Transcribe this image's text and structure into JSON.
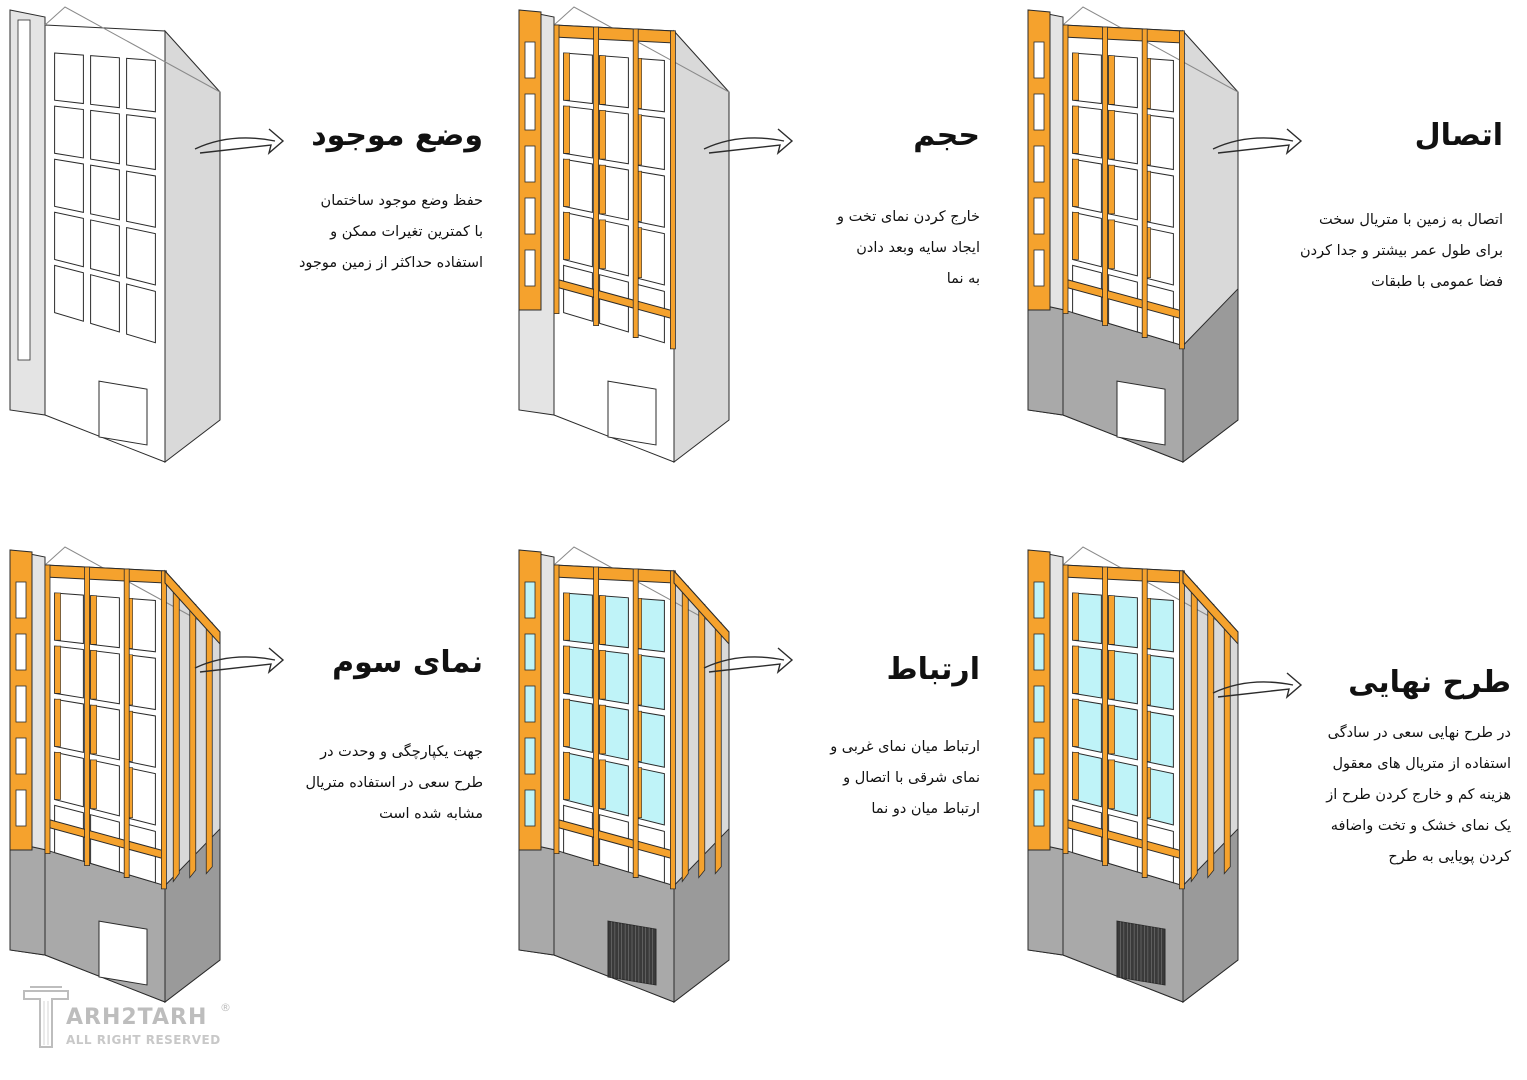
{
  "panels": [
    {
      "id": "existing",
      "title": "وضع موجود",
      "lines": [
        "حفظ وضع موجود ساختمان",
        "با کمترین تغیرات ممکن و",
        "استفاده حداکثر از زمین موجود"
      ],
      "state": {
        "left_orange": false,
        "front_orange": false,
        "right_orange": false,
        "gray_base": false,
        "glass": false,
        "grille": false
      }
    },
    {
      "id": "volume",
      "title": "حجم",
      "lines": [
        "خارج کردن نمای تخت و",
        "ایجاد سایه وبعد دادن",
        "به نما"
      ],
      "state": {
        "left_orange": true,
        "front_orange": true,
        "right_orange": false,
        "gray_base": false,
        "glass": false,
        "grille": false
      }
    },
    {
      "id": "connection",
      "title": "اتصال",
      "lines": [
        "اتصال به زمین با متریال سخت",
        "برای طول عمر بیشتر و جدا کردن",
        "فضا عمومی با طبقات"
      ],
      "state": {
        "left_orange": true,
        "front_orange": true,
        "right_orange": false,
        "gray_base": true,
        "glass": false,
        "grille": false
      }
    },
    {
      "id": "third-facade",
      "title": "نمای سوم",
      "lines": [
        "جهت یکپارچگی و وحدت در",
        "طرح سعی در استفاده متریال",
        "مشابه شده است"
      ],
      "state": {
        "left_orange": true,
        "front_orange": true,
        "right_orange": true,
        "gray_base": true,
        "glass": false,
        "grille": false
      }
    },
    {
      "id": "relation",
      "title": "ارتباط",
      "lines": [
        "ارتباط میان نمای غربی و",
        "نمای شرقی با اتصال و",
        "ارتباط میان دو نما"
      ],
      "state": {
        "left_orange": true,
        "front_orange": true,
        "right_orange": true,
        "gray_base": true,
        "glass": true,
        "grille": true
      }
    },
    {
      "id": "final",
      "title": "طرح نهایی",
      "lines": [
        "در طرح نهایی سعی در سادگی",
        "استفاده از متریال های معقول",
        "هزینه کم و خارج کردن طرح از",
        "یک نمای خشک و تخت واضافه",
        "کردن پویایی به طرح"
      ],
      "state": {
        "left_orange": true,
        "front_orange": true,
        "right_orange": true,
        "gray_base": true,
        "glass": true,
        "grille": true
      }
    }
  ],
  "colors": {
    "orange": "#f5a22d",
    "wall": "#e4e4e4",
    "side_wall": "#d9d9d9",
    "base": "#a9a9a9",
    "base_side": "#9a9a9a",
    "glass": "#bff3f8",
    "outline": "#2b2b2b"
  },
  "logo": {
    "name": "ARH2TARH",
    "rights": "ALL RIGHT RESERVED",
    "registered": "®"
  }
}
